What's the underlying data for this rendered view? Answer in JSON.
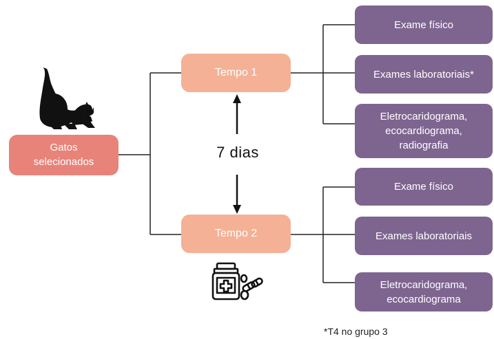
{
  "start_node": {
    "label": "Gatos\nselecionados"
  },
  "time_nodes": [
    {
      "label": "Tempo 1"
    },
    {
      "label": "Tempo 2"
    }
  ],
  "interval_label": "7 dias",
  "tempo1_exams": [
    {
      "label": "Exame físico"
    },
    {
      "label": "Exames laboratoriais*"
    },
    {
      "label": "Eletrocaridograma,\necocardiograma,\nradiografia"
    }
  ],
  "tempo2_exams": [
    {
      "label": "Exame físico"
    },
    {
      "label": "Exames laboratoriais"
    },
    {
      "label": "Eletrocaridograma,\necocardiograma"
    }
  ],
  "footnote": "*T4 no grupo 3",
  "icons": [
    "cat-icon",
    "medicine-bottle-icon"
  ],
  "colors": {
    "start": "#e8837a",
    "time": "#f4b196",
    "exam": "#7e6590",
    "connector": "#222222"
  }
}
